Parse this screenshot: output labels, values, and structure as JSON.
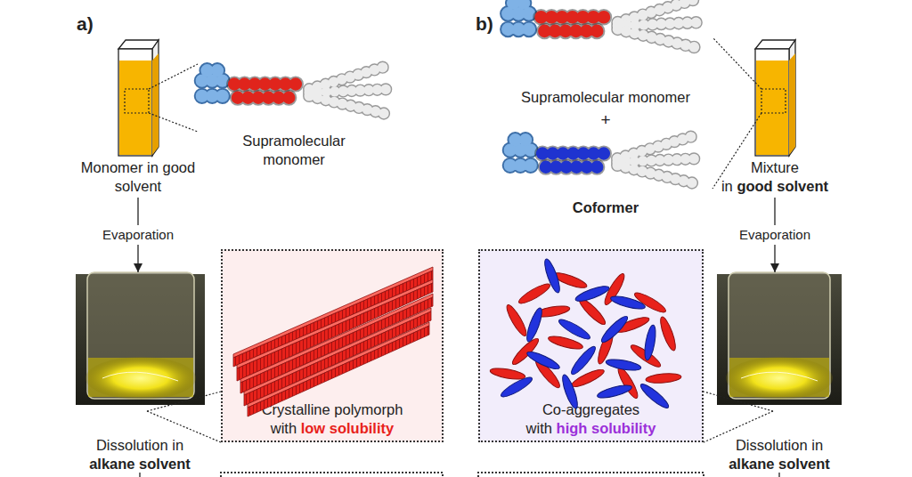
{
  "diagram": {
    "nodes": [
      {
        "text": [
          "Monomer in good solvent"
        ]
      },
      {
        "text": [
          "Dissolution in",
          "alkane solvent"
        ]
      },
      {
        "text": [
          "Crystalline polymorph",
          "with",
          "low solubility"
        ]
      },
      {
        "text": [
          "Co-aggregates",
          "with",
          "high solubility"
        ]
      },
      {
        "text": [
          "Mixture",
          "in",
          "good solvent"
        ]
      },
      {
        "text": [
          "Dissolution in",
          "alkane solvent"
        ]
      }
    ],
    "edges": [
      {
        "from": 0,
        "to": 1,
        "arrow": "to",
        "label": "Evaporation"
      },
      {
        "from": 4,
        "to": 5,
        "arrow": "to",
        "label": "Evaporation"
      }
    ],
    "labels": [
      "a)",
      "Supramolecular monomer",
      "b)",
      "Supramolecular monomer",
      "+",
      "Coformer"
    ]
  }
}
